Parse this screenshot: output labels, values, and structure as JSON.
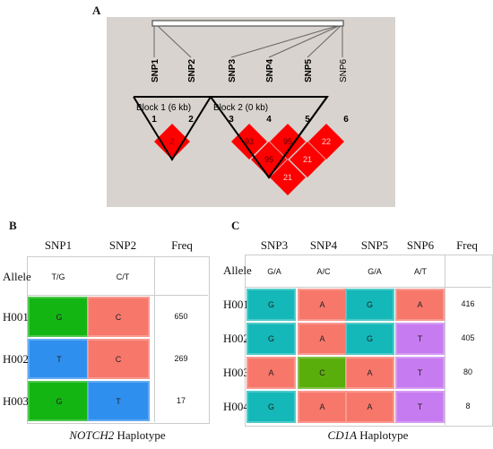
{
  "panel_a": {
    "letter": "A",
    "snps": [
      "SNP1",
      "SNP2",
      "SNP3",
      "SNP4",
      "SNP5",
      "SNP6"
    ],
    "blocks": [
      {
        "label": "Block 1 (6 kb)",
        "markers": [
          "1",
          "2"
        ]
      },
      {
        "label": "Block 2 (0 kb)",
        "markers": [
          "3",
          "4",
          "5"
        ]
      }
    ],
    "extra_marker": "6",
    "ld_values": [
      "2",
      "93",
      "95",
      "95",
      "22",
      "21",
      "21"
    ],
    "colors": {
      "panel_bg": "#d8d3ce",
      "ld_red": "#ff0000"
    }
  },
  "panel_b": {
    "letter": "B",
    "headers": [
      "SNP1",
      "SNP2",
      "Freq"
    ],
    "allele_label": "Allele",
    "alleles": [
      "T/G",
      "C/T"
    ],
    "rows": [
      {
        "id": "H001",
        "cells": [
          "G",
          "C"
        ],
        "freq": "650"
      },
      {
        "id": "H002",
        "cells": [
          "T",
          "C"
        ],
        "freq": "269"
      },
      {
        "id": "H003",
        "cells": [
          "G",
          "T"
        ],
        "freq": "17"
      }
    ],
    "caption_gene": "NOTCH2",
    "caption_rest": " Haplotype"
  },
  "panel_c": {
    "letter": "C",
    "headers": [
      "SNP3",
      "SNP4",
      "SNP5",
      "SNP6",
      "Freq"
    ],
    "allele_label": "Allele",
    "alleles": [
      "G/A",
      "A/C",
      "G/A",
      "A/T"
    ],
    "rows": [
      {
        "id": "H001",
        "cells": [
          "G",
          "A",
          "G",
          "A"
        ],
        "freq": "416"
      },
      {
        "id": "H002",
        "cells": [
          "G",
          "A",
          "G",
          "T"
        ],
        "freq": "405"
      },
      {
        "id": "H003",
        "cells": [
          "A",
          "C",
          "A",
          "T"
        ],
        "freq": "80"
      },
      {
        "id": "H004",
        "cells": [
          "G",
          "A",
          "A",
          "T"
        ],
        "freq": "8"
      }
    ],
    "caption_gene": "CD1A",
    "caption_rest": " Haplotype"
  },
  "allele_colors": {
    "G": "#13b513",
    "C": "#f7776b",
    "T": "#2f8fef",
    "A": "#f7776b"
  },
  "allele_colors_c": {
    "G": "#14b8b8",
    "A": "#f7776b",
    "C": "#5aae0c",
    "T": "#c77bf0"
  }
}
